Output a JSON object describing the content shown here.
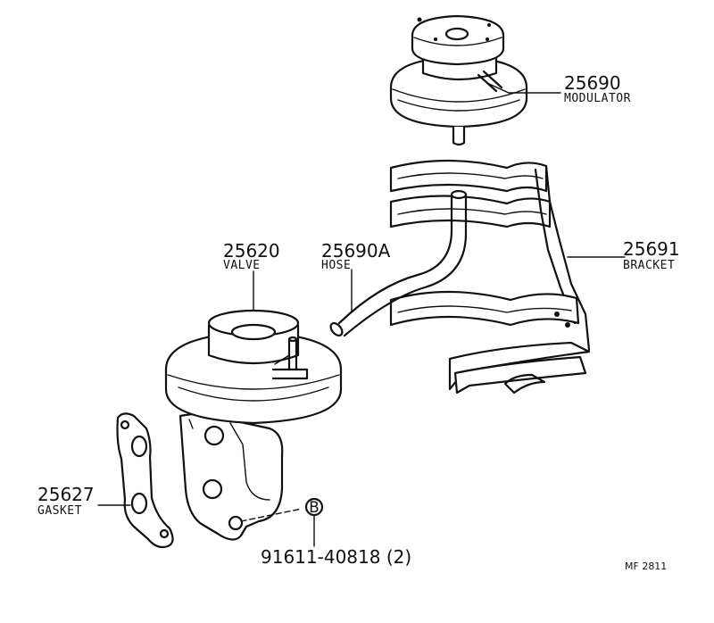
{
  "parts": {
    "modulator": {
      "number": "25690",
      "name": "MODULATOR"
    },
    "bracket": {
      "number": "25691",
      "name": "BRACKET"
    },
    "hose": {
      "number": "25690A",
      "name": "HOSE"
    },
    "valve": {
      "number": "25620",
      "name": "VALVE"
    },
    "gasket": {
      "number": "25627",
      "name": "GASKET"
    },
    "bolt": {
      "number": "91611-40818 (2)",
      "marker": "B"
    }
  },
  "reference": "MF 2811"
}
